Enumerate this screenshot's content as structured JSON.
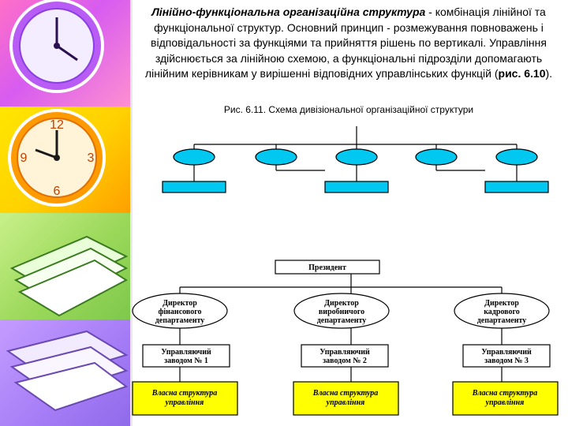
{
  "text": {
    "term": "Лінійно-функціональна організаційна структура",
    "body": " - комбінація лінійної та функціональної структур. Основний принцип - розмежування повноважень і відповідальності за функціями та прийняття рішень по вертикалі. Управління здійснюється за лінійною схемою, а функціональні підрозділи допомагають лінійним керівникам у вирішенні відповідних управлінських функцій (",
    "ref": "рис. 6.10",
    "tail": ")."
  },
  "caption": "Рис. 6.11. Схема дивізіональної організаційної структури",
  "diagram": {
    "president": "Президент",
    "directors": [
      {
        "line1": "Директор",
        "line2": "фінансового",
        "line3": "департаменту"
      },
      {
        "line1": "Директор",
        "line2": "виробничого",
        "line3": "департаменту"
      },
      {
        "line1": "Директор",
        "line2": "кадрового",
        "line3": "департаменту"
      }
    ],
    "managers": [
      {
        "line1": "Управляючий",
        "line2": "заводом № 1"
      },
      {
        "line1": "Управляючий",
        "line2": "заводом № 2"
      },
      {
        "line1": "Управляючий",
        "line2": "заводом № 3"
      }
    ],
    "structures": [
      {
        "line1": "Власна структура",
        "line2": "управління"
      },
      {
        "line1": "Власна структура",
        "line2": "управління"
      },
      {
        "line1": "Власна структура",
        "line2": "управління"
      }
    ]
  },
  "colors": {
    "cyan": "#00c8f0",
    "yellow": "#ffff00",
    "line": "#000000"
  }
}
